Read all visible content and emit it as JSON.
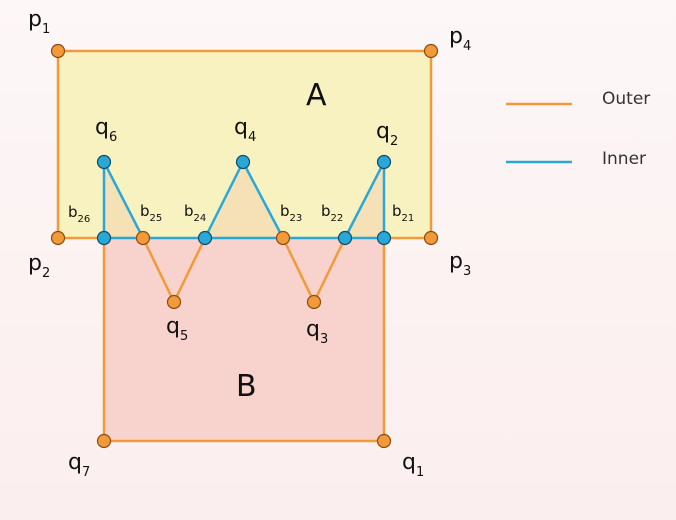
{
  "regions": {
    "A": "A",
    "B": "B"
  },
  "points": {
    "p1": {
      "base": "p",
      "sub": "1"
    },
    "p2": {
      "base": "p",
      "sub": "2"
    },
    "p3": {
      "base": "p",
      "sub": "3"
    },
    "p4": {
      "base": "p",
      "sub": "4"
    },
    "q1": {
      "base": "q",
      "sub": "1"
    },
    "q2": {
      "base": "q",
      "sub": "2"
    },
    "q3": {
      "base": "q",
      "sub": "3"
    },
    "q4": {
      "base": "q",
      "sub": "4"
    },
    "q5": {
      "base": "q",
      "sub": "5"
    },
    "q6": {
      "base": "q",
      "sub": "6"
    },
    "q7": {
      "base": "q",
      "sub": "7"
    },
    "b21": {
      "base": "b",
      "sub": "21"
    },
    "b22": {
      "base": "b",
      "sub": "22"
    },
    "b23": {
      "base": "b",
      "sub": "23"
    },
    "b24": {
      "base": "b",
      "sub": "24"
    },
    "b25": {
      "base": "b",
      "sub": "25"
    },
    "b26": {
      "base": "b",
      "sub": "26"
    }
  },
  "legend": {
    "outer": "Outer",
    "inner": "Inner"
  },
  "colors": {
    "outer": "#f29a3a",
    "inner": "#29a8d8",
    "region_a": "#f8f2c0",
    "region_b": "#f8d2cc",
    "overlap": "#f6e0b6"
  }
}
